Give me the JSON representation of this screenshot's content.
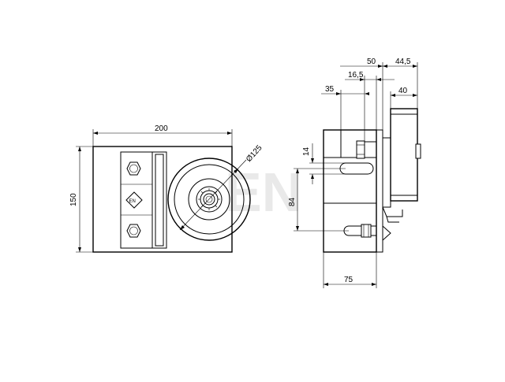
{
  "watermark": "EN",
  "front_view": {
    "width_dim": "200",
    "height_dim": "150",
    "wheel_dim": "Ø125",
    "logo_text": "EN"
  },
  "side_view": {
    "dims": {
      "d50": "50",
      "d44_5": "44,5",
      "d16_5": "16,5",
      "d35": "35",
      "d40": "40",
      "d14": "14",
      "d84": "84",
      "d75": "75"
    }
  }
}
